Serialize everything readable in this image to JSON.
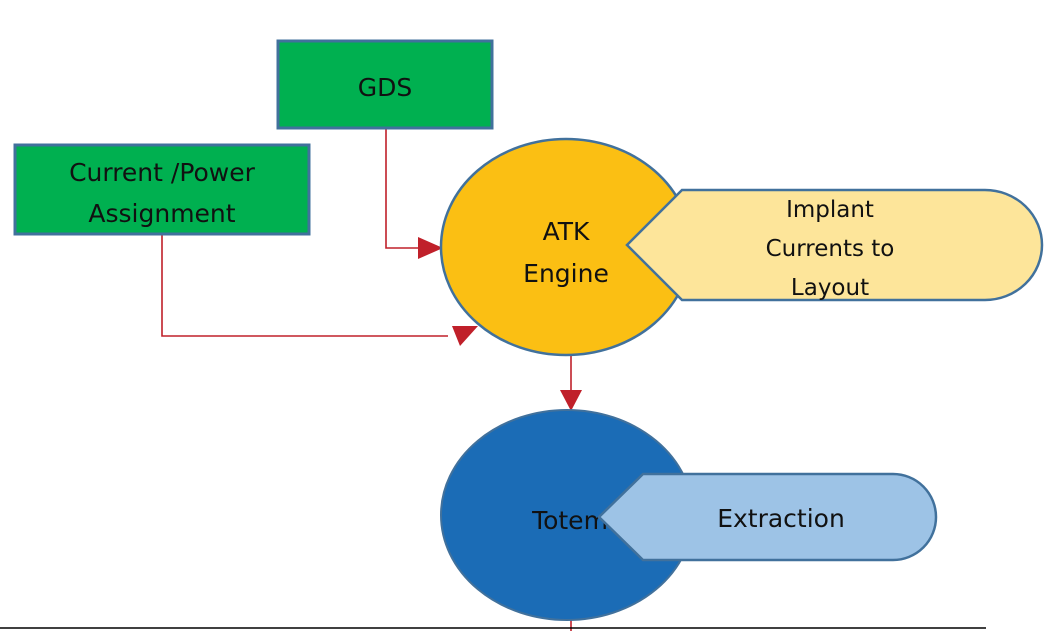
{
  "nodes": {
    "gds": {
      "label": "GDS",
      "fill": "#00b050"
    },
    "current_power": {
      "line1": "Current /Power",
      "line2": "Assignment",
      "fill": "#00b050"
    },
    "atk_engine": {
      "line1": "ATK",
      "line2": "Engine",
      "fill": "#fbbf13"
    },
    "implant": {
      "line1": "Implant",
      "line2": "Currents to",
      "line3": "Layout",
      "fill": "#fde59a"
    },
    "totem": {
      "label": "Totem",
      "fill": "#1b6cb6"
    },
    "extraction": {
      "label": "Extraction",
      "fill": "#9dc3e6"
    }
  },
  "colors": {
    "border": "#41719c",
    "connector": "#c0202a",
    "baseline": "#000000"
  }
}
